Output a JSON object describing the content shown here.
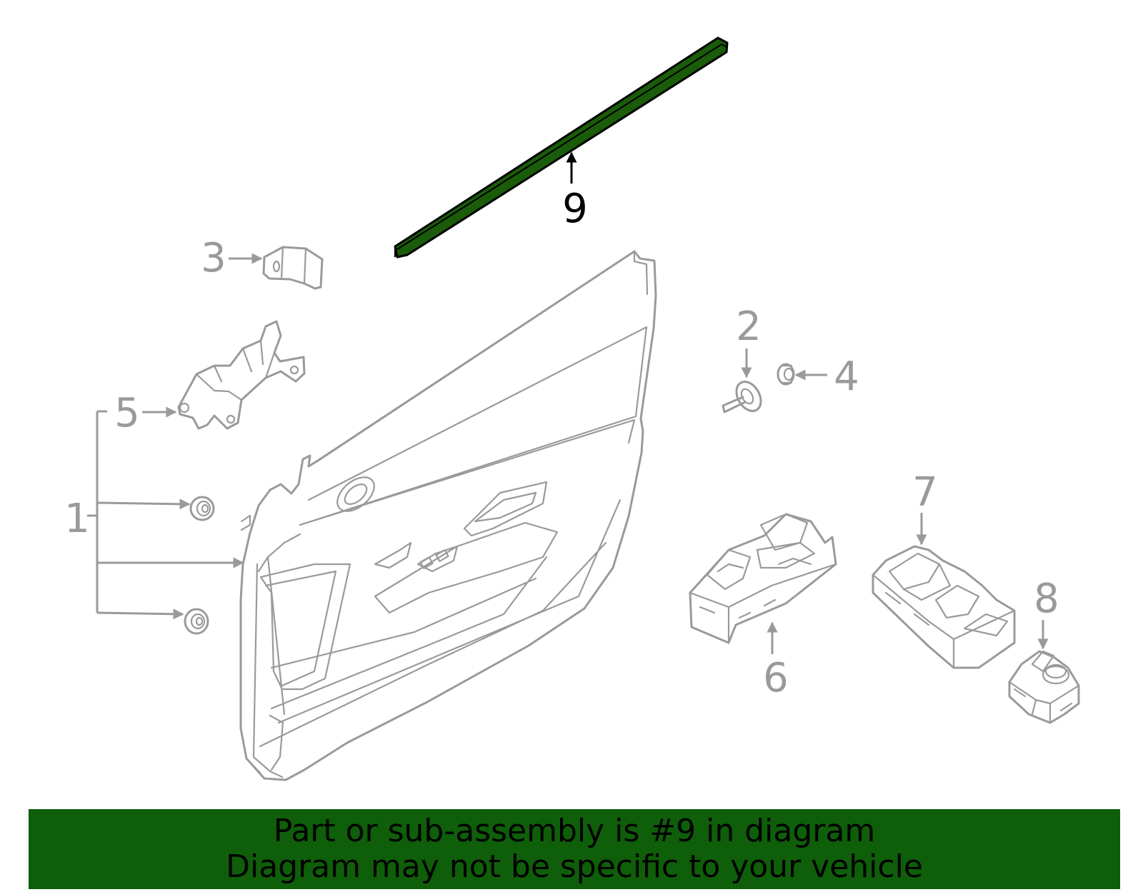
{
  "diagram": {
    "highlight_color": "#1a5c0a",
    "line_color": "#9a9a9a",
    "callouts": [
      {
        "id": "9",
        "label": "9",
        "highlighted": true
      },
      {
        "id": "3",
        "label": "3"
      },
      {
        "id": "5",
        "label": "5"
      },
      {
        "id": "1",
        "label": "1"
      },
      {
        "id": "2",
        "label": "2"
      },
      {
        "id": "4",
        "label": "4"
      },
      {
        "id": "7",
        "label": "7"
      },
      {
        "id": "8",
        "label": "8"
      },
      {
        "id": "6",
        "label": "6"
      }
    ]
  },
  "banner": {
    "line1": "Part or sub-assembly is #9 in diagram",
    "line2": "Diagram may not be specific to your vehicle",
    "background": "#0f5e0a"
  }
}
